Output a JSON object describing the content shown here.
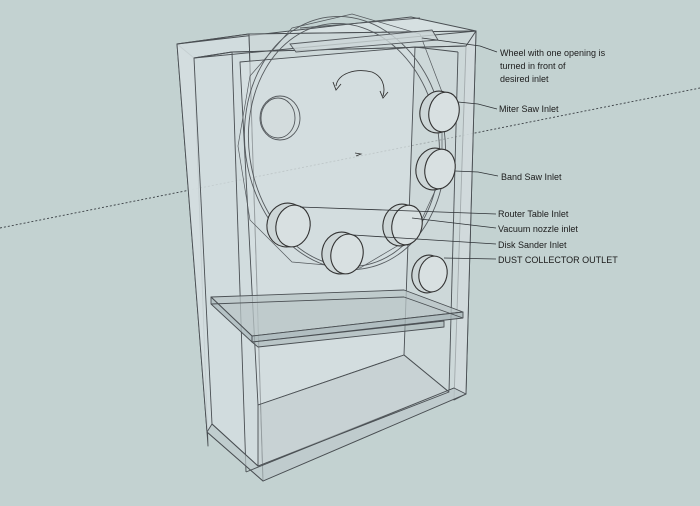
{
  "annotations": {
    "wheel_line1": "Wheel with one opening is",
    "wheel_line2": "turned in front of",
    "wheel_line3": "desired inlet",
    "miter_saw": "Miter Saw Inlet",
    "band_saw": "Band Saw Inlet",
    "router_table": "Router Table Inlet",
    "vacuum_nozzle": "Vacuum nozzle inlet",
    "disk_sander": "Disk Sander Inlet",
    "dust_collector": "DUST COLLECTOR OUTLET"
  },
  "colors": {
    "background": "#c3d2d1",
    "glass_face": "#d4dedf",
    "edge": "#4a4f53"
  }
}
